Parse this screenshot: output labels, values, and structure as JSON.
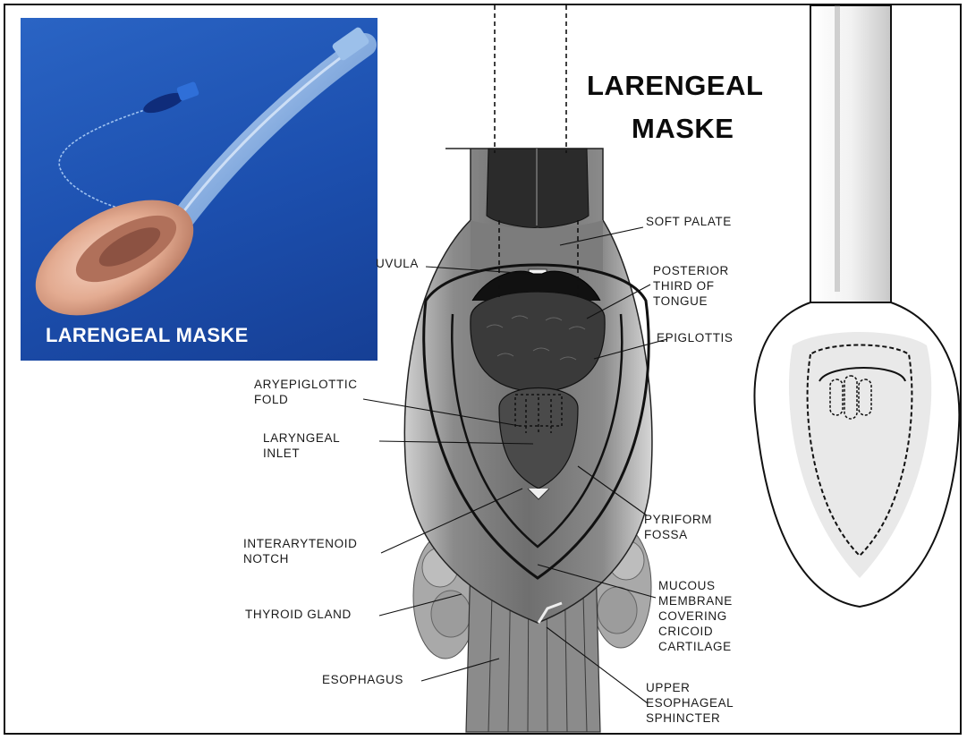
{
  "title_line1": "LARENGEAL",
  "title_line2": "MASKE",
  "photo_caption": "LARENGEAL MASKE",
  "labels": {
    "soft_palate": "SOFT PALATE",
    "uvula": "UVULA",
    "posterior_tongue": "POSTERIOR\nTHIRD OF\nTONGUE",
    "epiglottis": "EPIGLOTTIS",
    "aryepiglottic_fold": "ARYEPIGLOTTIC\nFOLD",
    "laryngeal_inlet": "LARYNGEAL\nINLET",
    "pyriform_fossa": "PYRIFORM\nFOSSA",
    "interarytenoid_notch": "INTERARYTENOID\nNOTCH",
    "mucous_membrane": "MUCOUS\nMEMBRANE\nCOVERING\nCRICOID\nCARTILAGE",
    "thyroid_gland": "THYROID GLAND",
    "esophagus": "ESOPHAGUS",
    "upper_esophageal_sphincter": "UPPER\nESOPHAGEAL\nSPHINCTER"
  },
  "colors": {
    "photo_background": "#1c4fae",
    "cuff": "#e9b7a0",
    "tube": "#8fb6e6"
  }
}
